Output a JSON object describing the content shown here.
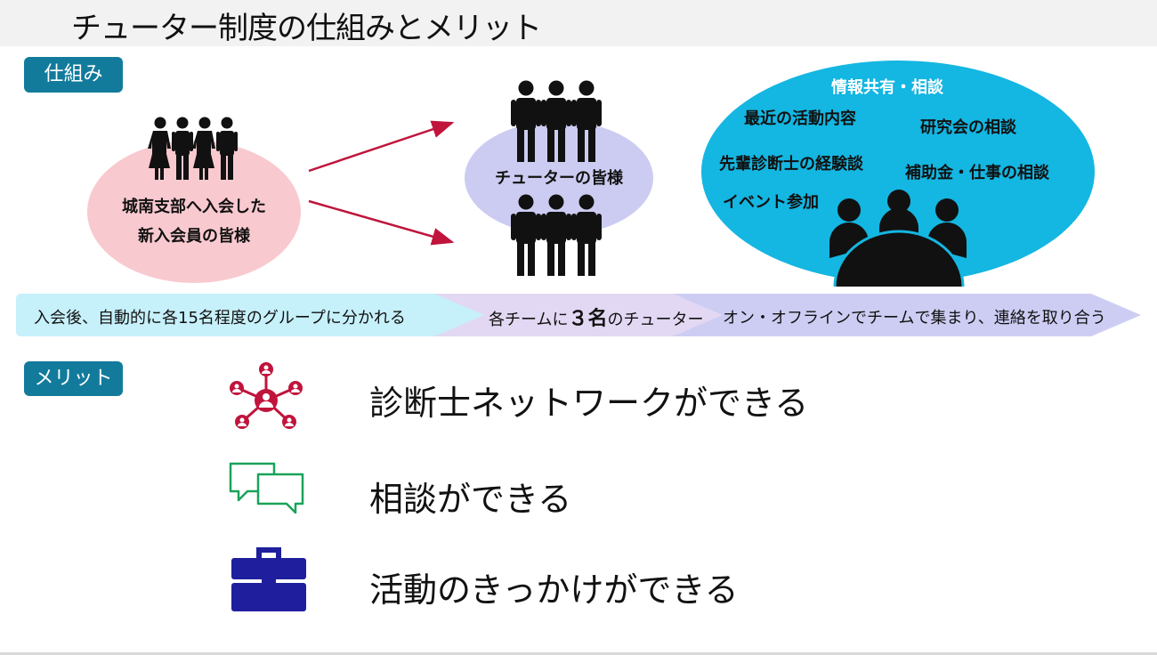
{
  "title": "チューター制度の仕組みとメリット",
  "sections": {
    "mechanism_label": "仕組み",
    "merit_label": "メリット"
  },
  "groups": {
    "new_members": [
      "城南支部へ入会した",
      "新入会員の皆様"
    ],
    "tutors": "チューターの皆様"
  },
  "share_topics": {
    "header": "情報共有・相談",
    "items": [
      "最近の活動内容",
      "研究会の相談",
      "先輩診断士の経験談",
      "補助金・仕事の相談",
      "イベント参加"
    ]
  },
  "process_steps": [
    {
      "text": "入会後、自動的に各15名程度のグループに分かれる"
    },
    {
      "prefix": "各チームに",
      "strong": "３名",
      "suffix": "のチューター"
    },
    {
      "text": "オン・オフラインでチームで集まり、連絡を取り合う"
    }
  ],
  "merits": [
    {
      "text": "診断士ネットワークができる",
      "icon": "network-icon"
    },
    {
      "text": "相談ができる",
      "icon": "chat-bubbles-icon"
    },
    {
      "text": "活動のきっかけができる",
      "icon": "briefcase-icon"
    }
  ],
  "colors": {
    "tag_bg": "#127b9c",
    "new_members_ellipse": "#f9c9d0",
    "tutors_ellipse": "#ccccf2",
    "share_ellipse": "#14b6e2",
    "arrow": "#c0143c",
    "step1": "#c6f0fa",
    "step2": "#e2d8f3",
    "step3": "#cdcdf4",
    "network_icon": "#c0143c",
    "chat_icon": "#1aa35a",
    "briefcase_icon": "#1f1f9e"
  }
}
